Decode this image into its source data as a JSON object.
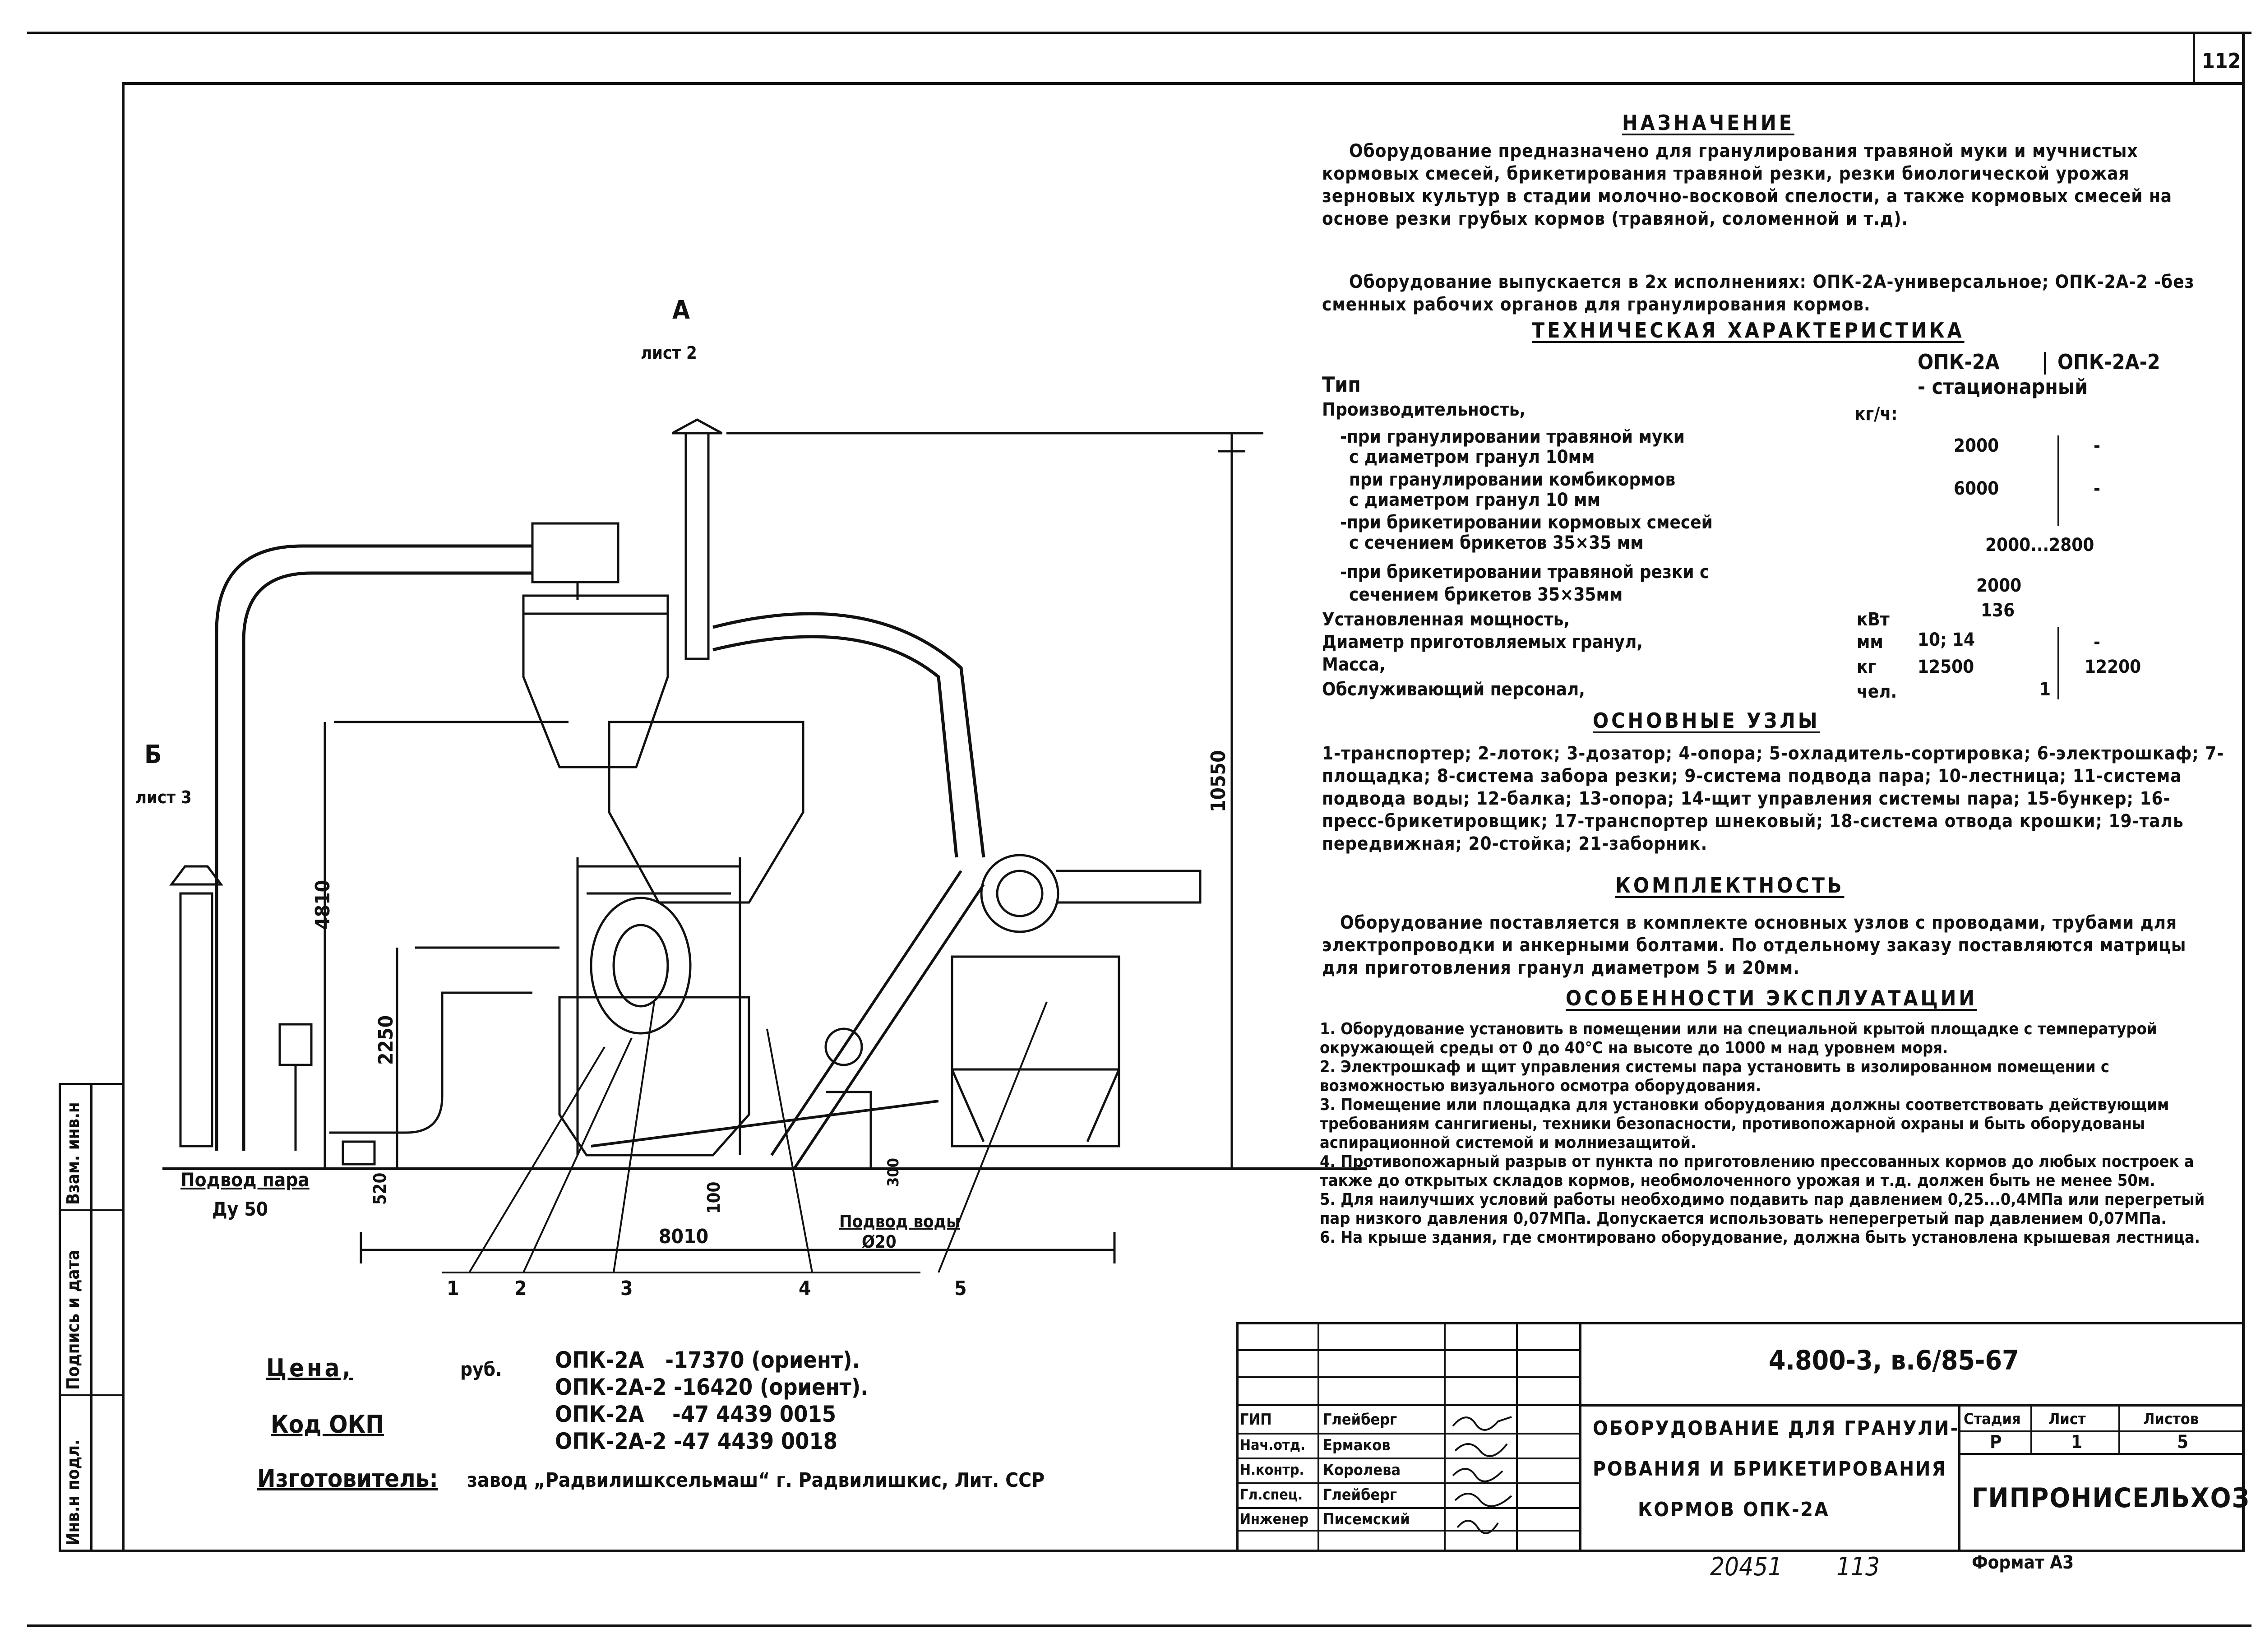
{
  "sheet_number": "112",
  "purpose": {
    "title": "Назначение",
    "p1": "Оборудование предназначено для гранулирования травяной муки и мучнистых кормовых смесей, брикетирования травяной резки, резки биологической урожая зерновых культур в стадии молочно-восковой спелости, а также кормовых смесей на основе резки грубых кормов (травяной, соломенной и т.д).",
    "p2": "Оборудование выпускается в 2х исполнениях: ОПК-2А-универсальное; ОПК-2А-2 -без сменных рабочих органов для гранулирования кормов."
  },
  "tech": {
    "title": "Техническая характеристика",
    "col1": "ОПК-2А",
    "col2": "ОПК-2А-2",
    "type_label": "Тип",
    "type_value": "- стационарный",
    "rows": [
      {
        "label": "Производительность,",
        "unit": "кг/ч:",
        "v1": "",
        "v2": ""
      },
      {
        "label": "-при гранулировании травяной муки",
        "unit": "",
        "v1": "",
        "v2": ""
      },
      {
        "label": "с диаметром гранул 10мм",
        "unit": "",
        "v1": "2000",
        "v2": "-"
      },
      {
        "label": "при гранулировании комбикормов",
        "unit": "",
        "v1": "",
        "v2": ""
      },
      {
        "label": "с диаметром гранул 10 мм",
        "unit": "",
        "v1": "6000",
        "v2": "-"
      },
      {
        "label": "-при брикетировании кормовых смесей",
        "unit": "",
        "v1": "",
        "v2": ""
      },
      {
        "label": "с сечением брикетов 35×35 мм",
        "unit": "",
        "v1": "2000...2800",
        "v2": ""
      },
      {
        "label": "-при брикетировании травяной резки с",
        "unit": "",
        "v1": "",
        "v2": ""
      },
      {
        "label": "сечением брикетов 35×35мм",
        "unit": "",
        "v1": "2000",
        "v2": ""
      },
      {
        "label": "Установленная мощность,",
        "unit": "кВт",
        "v1": "136",
        "v2": ""
      },
      {
        "label": "Диаметр приготовляемых гранул,",
        "unit": "мм",
        "v1": "10; 14",
        "v2": "-"
      },
      {
        "label": "Масса,",
        "unit": "кг",
        "v1": "12500",
        "v2": "12200"
      },
      {
        "label": "Обслуживающий персонал,",
        "unit": "чел.",
        "v1": "1",
        "v2": ""
      }
    ]
  },
  "units": {
    "title": "Основные узлы",
    "text": "1-транспортер; 2-лоток; 3-дозатор; 4-опора; 5-охладитель-сортировка; 6-электрошкаф; 7-площадка; 8-система забора резки; 9-система подвода пара; 10-лестница; 11-система подвода воды; 12-балка; 13-опора; 14-щит управления системы пара; 15-бункер; 16-пресс-брикетировщик; 17-транспортер шнековый; 18-система отвода крошки; 19-таль передвижная; 20-стойка; 21-заборник."
  },
  "completeness": {
    "title": "Комплектность",
    "text": "Оборудование поставляется в комплекте основных узлов с проводами, трубами для электропроводки и анкерными болтами. По отдельному заказу поставляются матрицы для приготовления гранул диаметром 5 и 20мм."
  },
  "operation": {
    "title": "Особенности эксплуатации",
    "items": [
      "1. Оборудование установить в помещении или на специальной крытой площадке с температурой окружающей среды от 0 до 40°С на высоте до 1000 м над уровнем моря.",
      "2. Электрошкаф и щит управления системы пара установить в изолированном помещении с возможностью визуального осмотра оборудования.",
      "3. Помещение или площадка для установки оборудования должны соответствовать действующим требованиям сангигиены, техники безопасности, противопожарной охраны и быть оборудованы аспирационной системой и молниезащитой.",
      "4. Противопожарный разрыв от пункта по приготовлению прессованных кормов до любых построек а также до открытых складов кормов, необмолоченного урожая и т.д. должен быть не менее 50м.",
      "5. Для наилучших условий работы необходимо подавить пар давлением 0,25...0,4МПа или перегретый пар низкого давления 0,07МПа. Допускается использовать неперегретый пар давлением 0,07МПа.",
      "6. На крыше здания, где смонтировано оборудование, должна быть установлена крышевая лестница."
    ]
  },
  "price": {
    "title": "Цена,",
    "currency": "руб.",
    "lines": [
      "ОПК-2А   -17370 (ориент).",
      "ОПК-2А-2 -16420 (ориент)."
    ]
  },
  "okp": {
    "title": "Код ОКП",
    "lines": [
      "ОПК-2А    -47 4439 0015",
      "ОПК-2А-2 -47 4439 0018"
    ]
  },
  "maker": {
    "title": "Изготовитель:",
    "text": "завод „Радвилишксельмаш“ г. Радвилишкис, Лит. ССР"
  },
  "drawing": {
    "view_a": "А",
    "view_a_sheet": "лист 2",
    "view_b": "Б",
    "view_b_sheet": "лист 3",
    "steam_label": "Подвод пара",
    "steam_dn": "Ду 50",
    "water_label": "Подвод воды",
    "water_dn": "Ø20",
    "dims": {
      "d10550": "10550",
      "d4810": "4810",
      "d2250": "2250",
      "d520": "520",
      "d100": "100",
      "d300": "300",
      "d8010": "8010"
    },
    "callouts": [
      "1",
      "2",
      "3",
      "4",
      "5"
    ]
  },
  "side_stamp": {
    "inv_podl": "Инв.н подл.",
    "podpis": "Подпись и дата",
    "vzam": "Взам. инв.н"
  },
  "title_block": {
    "doc_code": "4.800-3, в.6/85-67",
    "name_line1": "Оборудование для гранули-",
    "name_line2": "рования и брикетирования",
    "name_line3": "кормов ОПК-2А",
    "stage_label": "Стадия",
    "sheet_label": "Лист",
    "sheets_label": "Листов",
    "stage": "Р",
    "sheet": "1",
    "sheets": "5",
    "org": "ГИПРОНИСЕЛЬХОЗ",
    "roles": [
      {
        "role": "ГИП",
        "name": "Глейберг"
      },
      {
        "role": "Нач.отд.",
        "name": "Ермаков"
      },
      {
        "role": "Н.контр.",
        "name": "Королева"
      },
      {
        "role": "Гл.спец.",
        "name": "Глейберг"
      },
      {
        "role": "Инженер",
        "name": "Писемский"
      }
    ],
    "below_num1": "20451",
    "below_num2": "113",
    "format": "Формат А3"
  }
}
